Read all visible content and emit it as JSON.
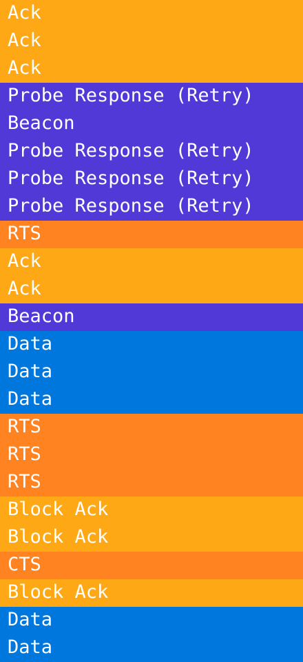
{
  "colors": {
    "ack": "#ffa815",
    "management": "#5039d6",
    "control": "#ff8321",
    "data": "#0077dd",
    "text": "#ffffff"
  },
  "packets": [
    {
      "label": "Ack",
      "kind": "ack"
    },
    {
      "label": "Ack",
      "kind": "ack"
    },
    {
      "label": "Ack",
      "kind": "ack"
    },
    {
      "label": "Probe Response (Retry)",
      "kind": "management"
    },
    {
      "label": "Beacon",
      "kind": "management"
    },
    {
      "label": "Probe Response (Retry)",
      "kind": "management"
    },
    {
      "label": "Probe Response (Retry)",
      "kind": "management"
    },
    {
      "label": "Probe Response (Retry)",
      "kind": "management"
    },
    {
      "label": "RTS",
      "kind": "control"
    },
    {
      "label": "Ack",
      "kind": "ack"
    },
    {
      "label": "Ack",
      "kind": "ack"
    },
    {
      "label": "Beacon",
      "kind": "management"
    },
    {
      "label": "Data",
      "kind": "data"
    },
    {
      "label": "Data",
      "kind": "data"
    },
    {
      "label": "Data",
      "kind": "data"
    },
    {
      "label": "RTS",
      "kind": "control"
    },
    {
      "label": "RTS",
      "kind": "control"
    },
    {
      "label": "RTS",
      "kind": "control"
    },
    {
      "label": "Block Ack",
      "kind": "ack"
    },
    {
      "label": "Block Ack",
      "kind": "ack"
    },
    {
      "label": "CTS",
      "kind": "control"
    },
    {
      "label": "Block Ack",
      "kind": "ack"
    },
    {
      "label": "Data",
      "kind": "data"
    },
    {
      "label": "Data",
      "kind": "data"
    }
  ]
}
